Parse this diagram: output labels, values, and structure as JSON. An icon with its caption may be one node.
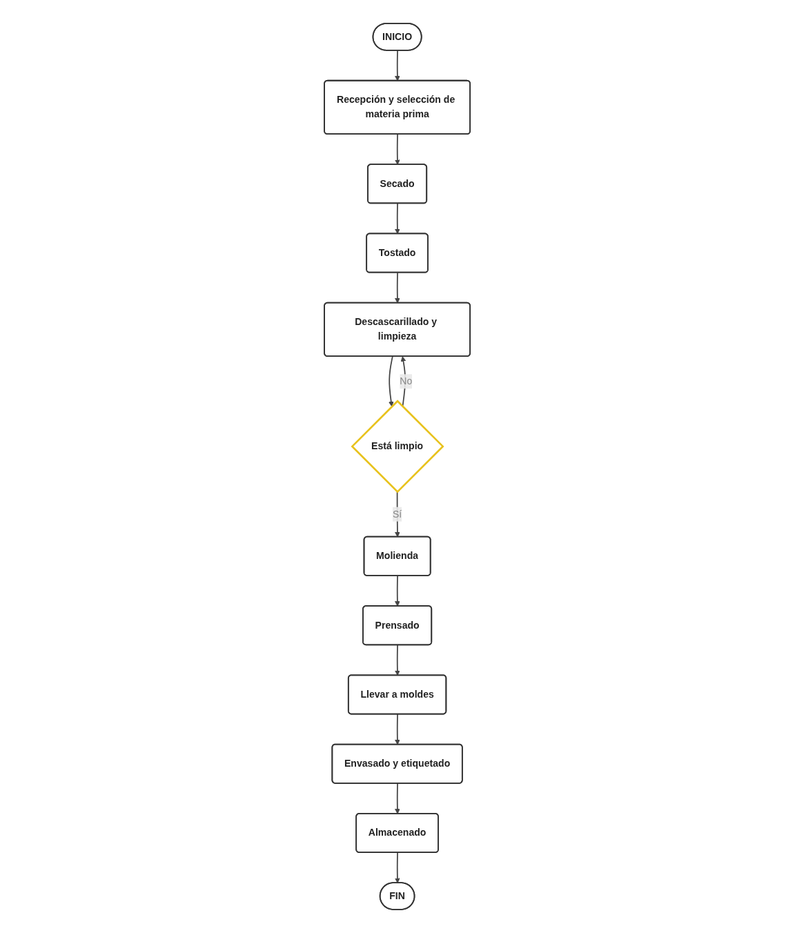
{
  "diagram": {
    "nodes": [
      {
        "text": [
          "INICIO"
        ]
      },
      {
        "text": [
          "Recepción y selección de materia prima"
        ]
      },
      {
        "text": [
          "Secado"
        ]
      },
      {
        "text": [
          "Tostado"
        ]
      },
      {
        "text": [
          "Descascarillado y limpieza"
        ]
      },
      {
        "text": [
          "Está limpio"
        ]
      },
      {
        "text": [
          "Molienda"
        ]
      },
      {
        "text": [
          "Prensado"
        ]
      },
      {
        "text": [
          "Llevar a moldes"
        ]
      },
      {
        "text": [
          "Envasado y etiquetado"
        ]
      },
      {
        "text": [
          "Almacenado"
        ]
      },
      {
        "text": [
          "FIN"
        ]
      }
    ],
    "edges": [
      {
        "from": 0,
        "to": 1,
        "arrow": "to"
      },
      {
        "from": 1,
        "to": 2,
        "arrow": "to"
      },
      {
        "from": 2,
        "to": 3,
        "arrow": "to"
      },
      {
        "from": 3,
        "to": 4,
        "arrow": "to"
      },
      {
        "from": 4,
        "to": 5,
        "arrow": "to"
      },
      {
        "from": 5,
        "to": 4,
        "arrow": "to",
        "label": "No"
      },
      {
        "from": 5,
        "to": 6,
        "arrow": "to",
        "label": "Sí"
      },
      {
        "from": 6,
        "to": 7,
        "arrow": "to"
      },
      {
        "from": 7,
        "to": 8,
        "arrow": "to"
      },
      {
        "from": 8,
        "to": 9,
        "arrow": "to"
      },
      {
        "from": 9,
        "to": 10,
        "arrow": "to"
      },
      {
        "from": 10,
        "to": 11,
        "arrow": "to"
      }
    ]
  }
}
